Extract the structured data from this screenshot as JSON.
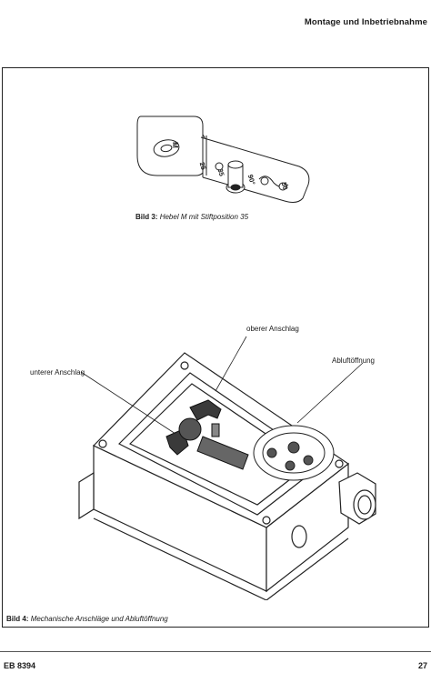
{
  "header": {
    "title": "Montage und Inbetriebnahme"
  },
  "figure3": {
    "caption_label": "Bild 3:",
    "caption_text": "Hebel M mit Stiftposition 35",
    "lever_letter": "M",
    "pin_positions": [
      "25",
      "35",
      "50"
    ],
    "angle_mark": "90°"
  },
  "figure4": {
    "caption_label": "Bild 4:",
    "caption_text": "Mechanische Anschläge und Abluftöffnung",
    "callouts": {
      "upper_stop": "oberer Anschlag",
      "lower_stop": "unterer Anschlag",
      "exhaust": "Abluftöffnung"
    }
  },
  "footer": {
    "doc_id": "EB 8394",
    "page_number": "27"
  }
}
